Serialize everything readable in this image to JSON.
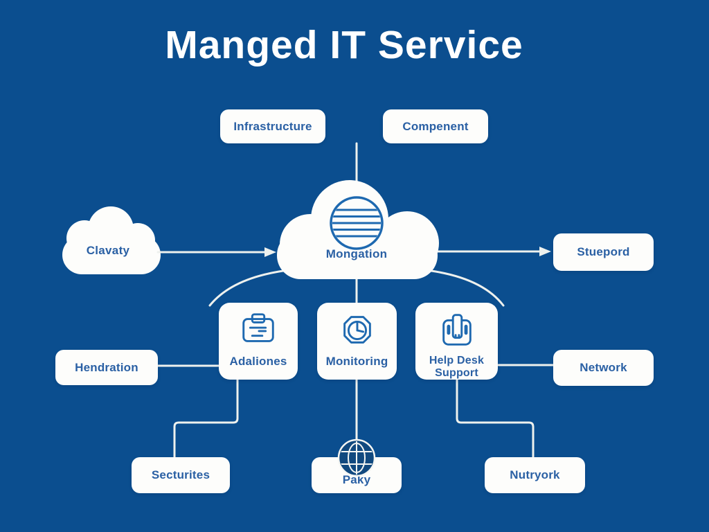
{
  "title": "Manged IT Service",
  "colors": {
    "background": "#0b4e8f",
    "node_fill": "#fdfdfb",
    "label_text": "#2a60a4",
    "icon_stroke": "#1e69b0",
    "connector": "#eef1ee",
    "title_text": "#ffffff"
  },
  "nodes": {
    "infrastructure": {
      "label": "Infrastructure"
    },
    "compenent": {
      "label": "Compenent"
    },
    "clavaty": {
      "label": "Clavaty",
      "icon": "cloud-icon"
    },
    "mongation": {
      "label": "Mongation",
      "icon": "striped-globe-icon"
    },
    "stuepord": {
      "label": "Stuepord"
    },
    "hendration": {
      "label": "Hendration"
    },
    "adaliones": {
      "label": "Adaliones",
      "icon": "briefcase-icon"
    },
    "monitoring": {
      "label": "Monitoring",
      "icon": "gauge-gear-icon"
    },
    "help_desk": {
      "label": "Help Desk Support",
      "icon": "server-rack-icon"
    },
    "network": {
      "label": "Network"
    },
    "secturites": {
      "label": "Secturites"
    },
    "paky": {
      "label": "Paky",
      "icon": "globe-grid-icon"
    },
    "nutryork": {
      "label": "Nutryork"
    }
  }
}
